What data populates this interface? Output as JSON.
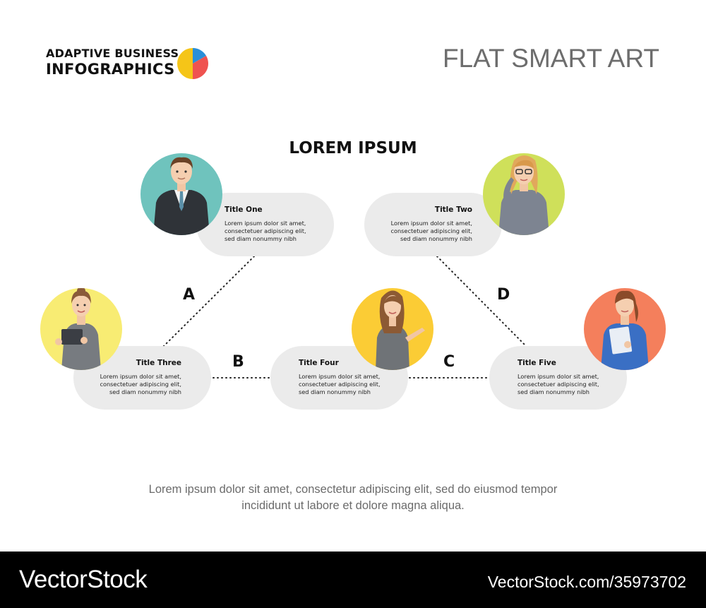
{
  "header": {
    "brand_line1": "ADAPTIVE BUSINESS",
    "brand_line2": "INFOGRAPHICS",
    "page_title": "FLAT SMART ART",
    "logo_colors": [
      "#2a8fd8",
      "#ef5350",
      "#f5c518"
    ]
  },
  "diagram": {
    "title": "LOREM IPSUM",
    "nodes": [
      {
        "id": "one",
        "title": "Title One",
        "body": [
          "Lorem ipsum dolor sit amet,",
          "consectetuer adipiscing elit,",
          "sed diam nonummy nibh"
        ],
        "avatar_color": "#6fc3bd",
        "avatar_icon": "businessman-icon"
      },
      {
        "id": "two",
        "title": "Title Two",
        "body": [
          "Lorem ipsum dolor sit amet,",
          "consectetuer adipiscing elit,",
          "sed diam nonummy nibh"
        ],
        "avatar_color": "#cfe05a",
        "avatar_icon": "businesswoman-glasses-icon"
      },
      {
        "id": "three",
        "title": "Title Three",
        "body": [
          "Lorem ipsum dolor sit amet,",
          "consectetuer adipiscing elit,",
          "sed diam nonummy nibh"
        ],
        "avatar_color": "#f8ec73",
        "avatar_icon": "woman-with-tablet-icon"
      },
      {
        "id": "four",
        "title": "Title Four",
        "body": [
          "Lorem ipsum dolor sit amet,",
          "consectetuer adipiscing elit,",
          "sed diam nonummy nibh"
        ],
        "avatar_color": "#fbcc35",
        "avatar_icon": "woman-pointing-icon"
      },
      {
        "id": "five",
        "title": "Title Five",
        "body": [
          "Lorem ipsum dolor sit amet,",
          "consectetuer adipiscing elit,",
          "sed diam nonummy nibh"
        ],
        "avatar_color": "#f47f5c",
        "avatar_icon": "woman-with-folder-icon"
      }
    ],
    "connector_labels": {
      "a": "A",
      "b": "B",
      "c": "C",
      "d": "D"
    }
  },
  "footer": {
    "line1": "Lorem ipsum dolor sit amet, consectetur adipiscing elit, sed do eiusmod tempor",
    "line2": "incididunt ut labore et dolore magna aliqua."
  },
  "watermark": {
    "left": "VectorStock",
    "right": "VectorStock.com/35973702"
  }
}
